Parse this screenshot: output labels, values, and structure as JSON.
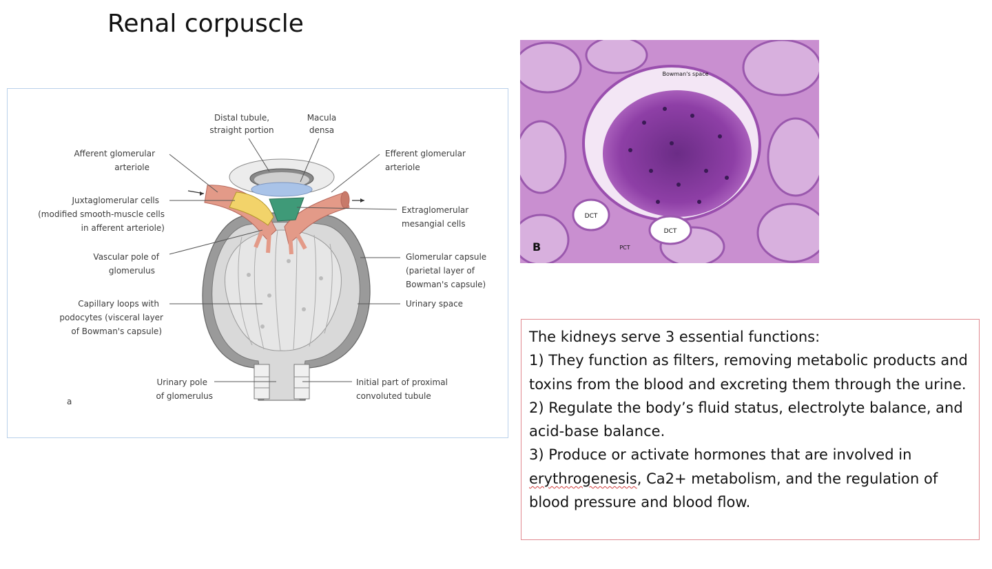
{
  "slide": {
    "title": "Renal corpuscle"
  },
  "diagram": {
    "panel_letter": "a",
    "labels": {
      "distal_tubule_1": "Distal tubule,",
      "distal_tubule_2": "straight portion",
      "macula_1": "Macula",
      "macula_2": "densa",
      "afferent_1": "Afferent glomerular",
      "afferent_2": "arteriole",
      "efferent_1": "Efferent glomerular",
      "efferent_2": "arteriole",
      "jg_1": "Juxtaglomerular cells",
      "jg_2": "(modified smooth-muscle cells",
      "jg_3": "in afferent arteriole)",
      "extra_1": "Extraglomerular",
      "extra_2": "mesangial cells",
      "vascular_1": "Vascular pole of",
      "vascular_2": "glomerulus",
      "capsule_1": "Glomerular capsule",
      "capsule_2": "(parietal layer of",
      "capsule_3": "Bowman's capsule)",
      "capillary_1": "Capillary loops with",
      "capillary_2": "podocytes (visceral layer",
      "capillary_3": "of Bowman's capsule)",
      "urinary_space": "Urinary space",
      "urinary_pole_1": "Urinary pole",
      "urinary_pole_2": "of glomerulus",
      "proximal_1": "Initial part of proximal",
      "proximal_2": "convoluted tubule"
    }
  },
  "micrograph": {
    "panel_letter": "B",
    "labels": {
      "bowmans_space": "Bowman's space",
      "dct_left": "DCT",
      "dct_right": "DCT",
      "pct": "PCT"
    }
  },
  "text": {
    "line_intro": "The kidneys serve 3 essential functions:",
    "point1": "1) They function as filters, removing metabolic products and toxins from the blood and excreting them through the urine.",
    "point2": "2) Regulate the body’s fluid status, electrolyte balance, and acid-base balance.",
    "point3_a": "3) Produce or activate hormones that are involved in ",
    "point3_word": "erythrogenesis",
    "point3_b": ", Ca2+ metabolism, and the regulation of blood pressure and blood flow."
  },
  "colors": {
    "arteriole": "#e39a88",
    "jg_cells": "#f2d36a",
    "macula_densa": "#a9c3e8",
    "mesangial": "#3f9a78",
    "capsule": "#9a9a9a",
    "glomerulus": "#e6e6e6",
    "micrograph_bg": "#c98fd0",
    "diagram_border": "#b9d0ea",
    "text_border": "#e0898f"
  }
}
